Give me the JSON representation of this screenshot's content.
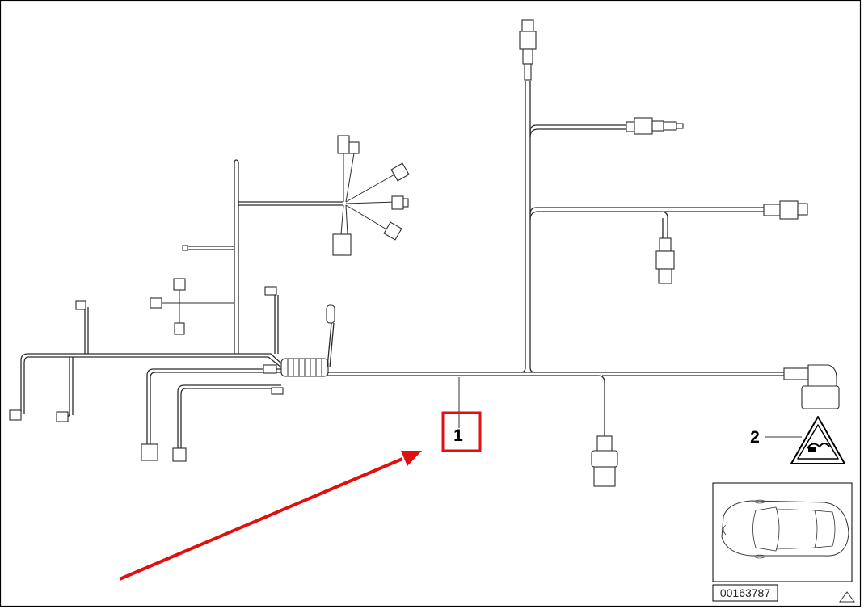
{
  "diagram": {
    "callouts": [
      {
        "label": "1"
      },
      {
        "label": "2"
      }
    ],
    "reference_number": "00163787",
    "colors": {
      "line": "#2b2b2b",
      "highlight_box": "#e01010",
      "arrow": "#e01010",
      "frame": "#000000"
    },
    "icons": [
      "warning-triangle-icon",
      "car-outline-icon",
      "corner-triangle-icon",
      "red-arrow-icon"
    ]
  }
}
